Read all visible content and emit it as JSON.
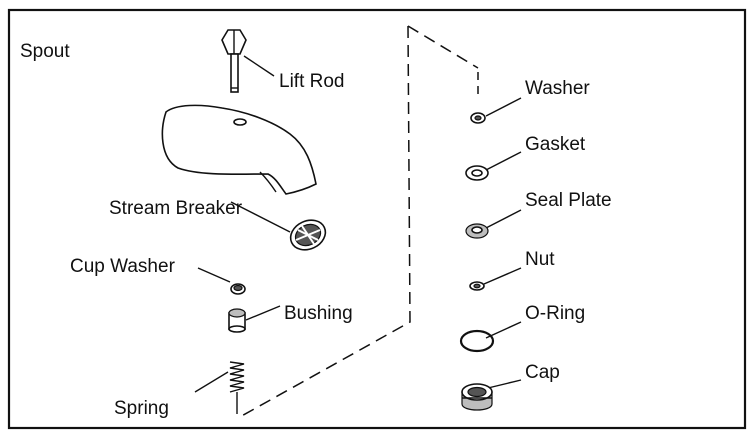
{
  "labels": {
    "spout": "Spout",
    "lift_rod": "Lift Rod",
    "stream_breaker": "Stream Breaker",
    "cup_washer": "Cup Washer",
    "bushing": "Bushing",
    "spring": "Spring",
    "washer": "Washer",
    "gasket": "Gasket",
    "seal_plate": "Seal Plate",
    "nut": "Nut",
    "o_ring": "O-Ring",
    "cap": "Cap"
  }
}
